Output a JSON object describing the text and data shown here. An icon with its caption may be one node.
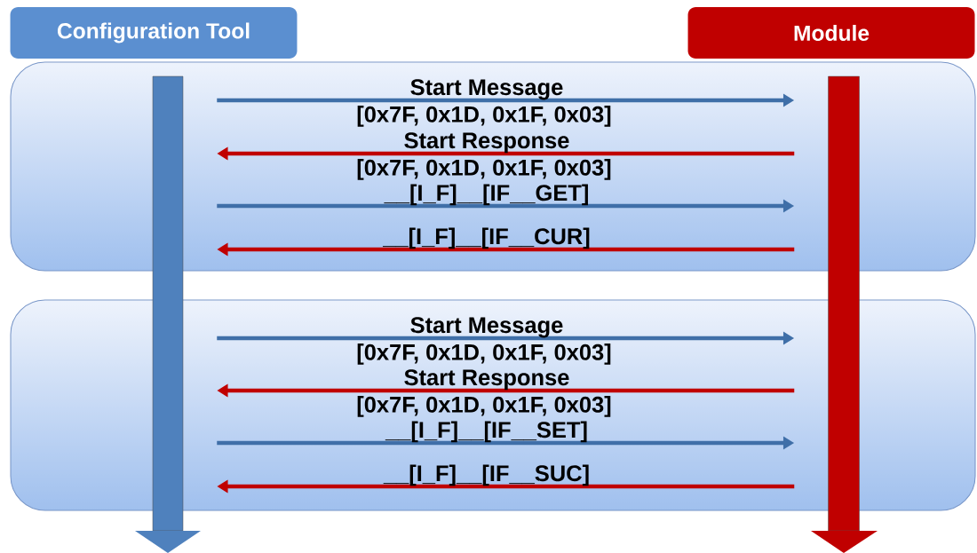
{
  "diagram": {
    "nodes": [
      {
        "text": [
          "Configuration Tool"
        ]
      },
      {
        "text": [
          "Module"
        ]
      },
      {
        "text": [],
        "shape": "bar"
      },
      {
        "text": [],
        "shape": "bar"
      }
    ],
    "edges": [
      {
        "from": 2,
        "to": 3,
        "arrow": "to",
        "label": "Start Message",
        "color": "#3f6fa8"
      },
      {
        "from": 3,
        "to": 2,
        "arrow": "to",
        "label": "Start Response",
        "color": "#c00000"
      },
      {
        "from": 2,
        "to": 3,
        "arrow": "to",
        "label": "__[I_F]__[IF__GET]",
        "color": "#3f6fa8"
      },
      {
        "from": 3,
        "to": 2,
        "arrow": "to",
        "label": "__[I_F]__[IF__CUR]",
        "color": "#c00000"
      },
      {
        "from": 2,
        "to": 3,
        "arrow": "to",
        "label": "Start Message",
        "color": "#3f6fa8"
      },
      {
        "from": 3,
        "to": 2,
        "arrow": "to",
        "label": "Start Response",
        "color": "#c00000"
      },
      {
        "from": 2,
        "to": 3,
        "arrow": "to",
        "label": "__[I_F]__[IF__SET]",
        "color": "#3f6fa8"
      },
      {
        "from": 3,
        "to": 2,
        "arrow": "to",
        "label": "__[I_F]__[IF__SUC]",
        "color": "#c00000"
      }
    ],
    "labels": [
      "[0x7F, 0x1D, 0x1F, 0x03]",
      "[0x7F, 0x1D, 0x1F, 0x03]",
      "[0x7F, 0x1D, 0x1F, 0x03]",
      "[0x7F, 0x1D, 0x1F, 0x03]"
    ]
  }
}
